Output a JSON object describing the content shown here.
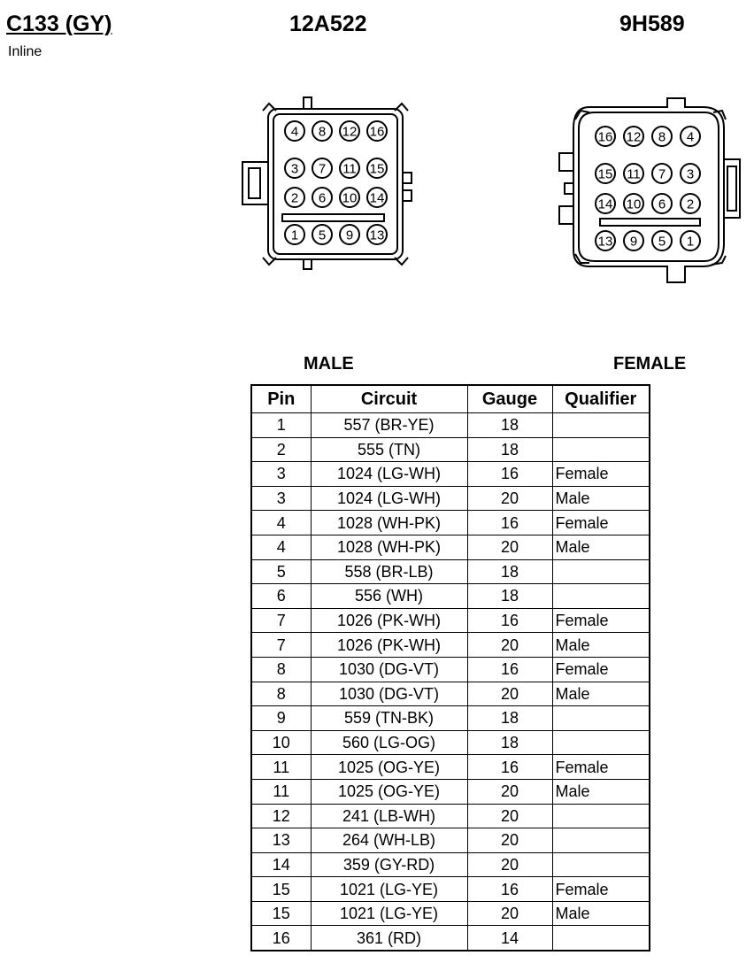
{
  "header": {
    "connector_id": "C133 (GY)",
    "connector_type": "Inline",
    "male_part_number": "12A522",
    "female_part_number": "9H589"
  },
  "labels": {
    "male": "MALE",
    "female": "FEMALE"
  },
  "connectors": {
    "male_pin_rows": [
      [
        "4",
        "8",
        "12",
        "16"
      ],
      [
        "3",
        "7",
        "11",
        "15"
      ],
      [
        "2",
        "6",
        "10",
        "14"
      ],
      [
        "1",
        "5",
        "9",
        "13"
      ]
    ],
    "female_pin_rows": [
      [
        "16",
        "12",
        "8",
        "4"
      ],
      [
        "15",
        "11",
        "7",
        "3"
      ],
      [
        "14",
        "10",
        "6",
        "2"
      ],
      [
        "13",
        "9",
        "5",
        "1"
      ]
    ]
  },
  "table": {
    "headers": [
      "Pin",
      "Circuit",
      "Gauge",
      "Qualifier"
    ],
    "rows": [
      [
        "1",
        "557 (BR-YE)",
        "18",
        ""
      ],
      [
        "2",
        "555 (TN)",
        "18",
        ""
      ],
      [
        "3",
        "1024 (LG-WH)",
        "16",
        "Female"
      ],
      [
        "3",
        "1024 (LG-WH)",
        "20",
        "Male"
      ],
      [
        "4",
        "1028 (WH-PK)",
        "16",
        "Female"
      ],
      [
        "4",
        "1028 (WH-PK)",
        "20",
        "Male"
      ],
      [
        "5",
        "558 (BR-LB)",
        "18",
        ""
      ],
      [
        "6",
        "556 (WH)",
        "18",
        ""
      ],
      [
        "7",
        "1026 (PK-WH)",
        "16",
        "Female"
      ],
      [
        "7",
        "1026 (PK-WH)",
        "20",
        "Male"
      ],
      [
        "8",
        "1030 (DG-VT)",
        "16",
        "Female"
      ],
      [
        "8",
        "1030 (DG-VT)",
        "20",
        "Male"
      ],
      [
        "9",
        "559 (TN-BK)",
        "18",
        ""
      ],
      [
        "10",
        "560 (LG-OG)",
        "18",
        ""
      ],
      [
        "11",
        "1025 (OG-YE)",
        "16",
        "Female"
      ],
      [
        "11",
        "1025 (OG-YE)",
        "20",
        "Male"
      ],
      [
        "12",
        "241 (LB-WH)",
        "20",
        ""
      ],
      [
        "13",
        "264 (WH-LB)",
        "20",
        ""
      ],
      [
        "14",
        "359 (GY-RD)",
        "20",
        ""
      ],
      [
        "15",
        "1021 (LG-YE)",
        "16",
        "Female"
      ],
      [
        "15",
        "1021 (LG-YE)",
        "20",
        "Male"
      ],
      [
        "16",
        "361 (RD)",
        "14",
        ""
      ]
    ]
  }
}
